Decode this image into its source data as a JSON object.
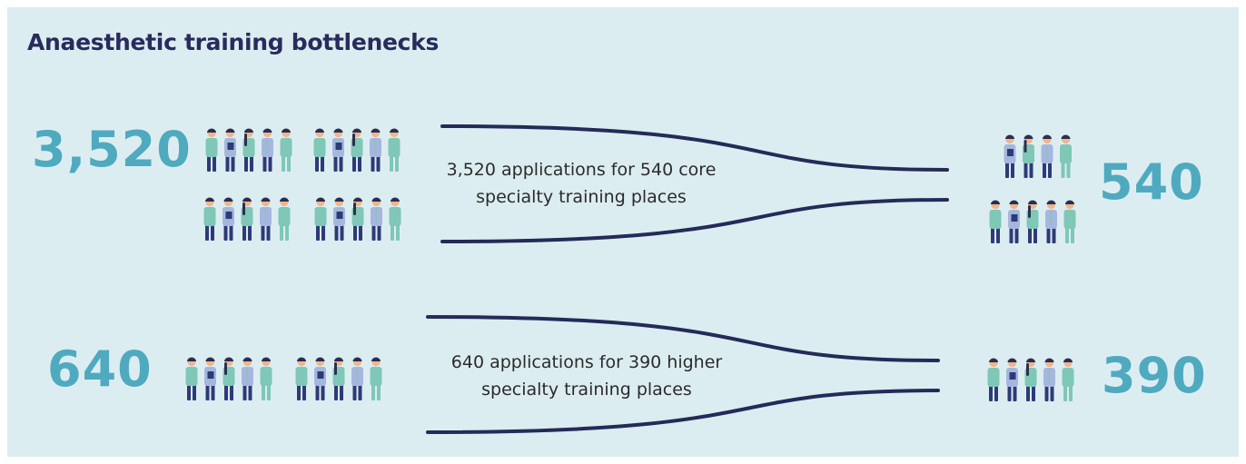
{
  "title": "Anaesthetic training bottlenecks",
  "rows": [
    {
      "applications": "3,520",
      "places": "540",
      "description": "3,520 applications for 540 core specialty training places"
    },
    {
      "applications": "640",
      "places": "390",
      "description": "640 applications for 390 higher specialty training places"
    }
  ],
  "colors": {
    "background": "#dcedf1",
    "title": "#292b5c",
    "numbers": "#4faabf",
    "funnel_lines": "#252a58",
    "scrubs": "#7fc7b7",
    "coat": "#a7b6e0",
    "trousers": "#2e3a78",
    "skin": "#f0b58d",
    "hair": "#2b2f4f"
  },
  "icons": [
    "doctor-icon"
  ]
}
